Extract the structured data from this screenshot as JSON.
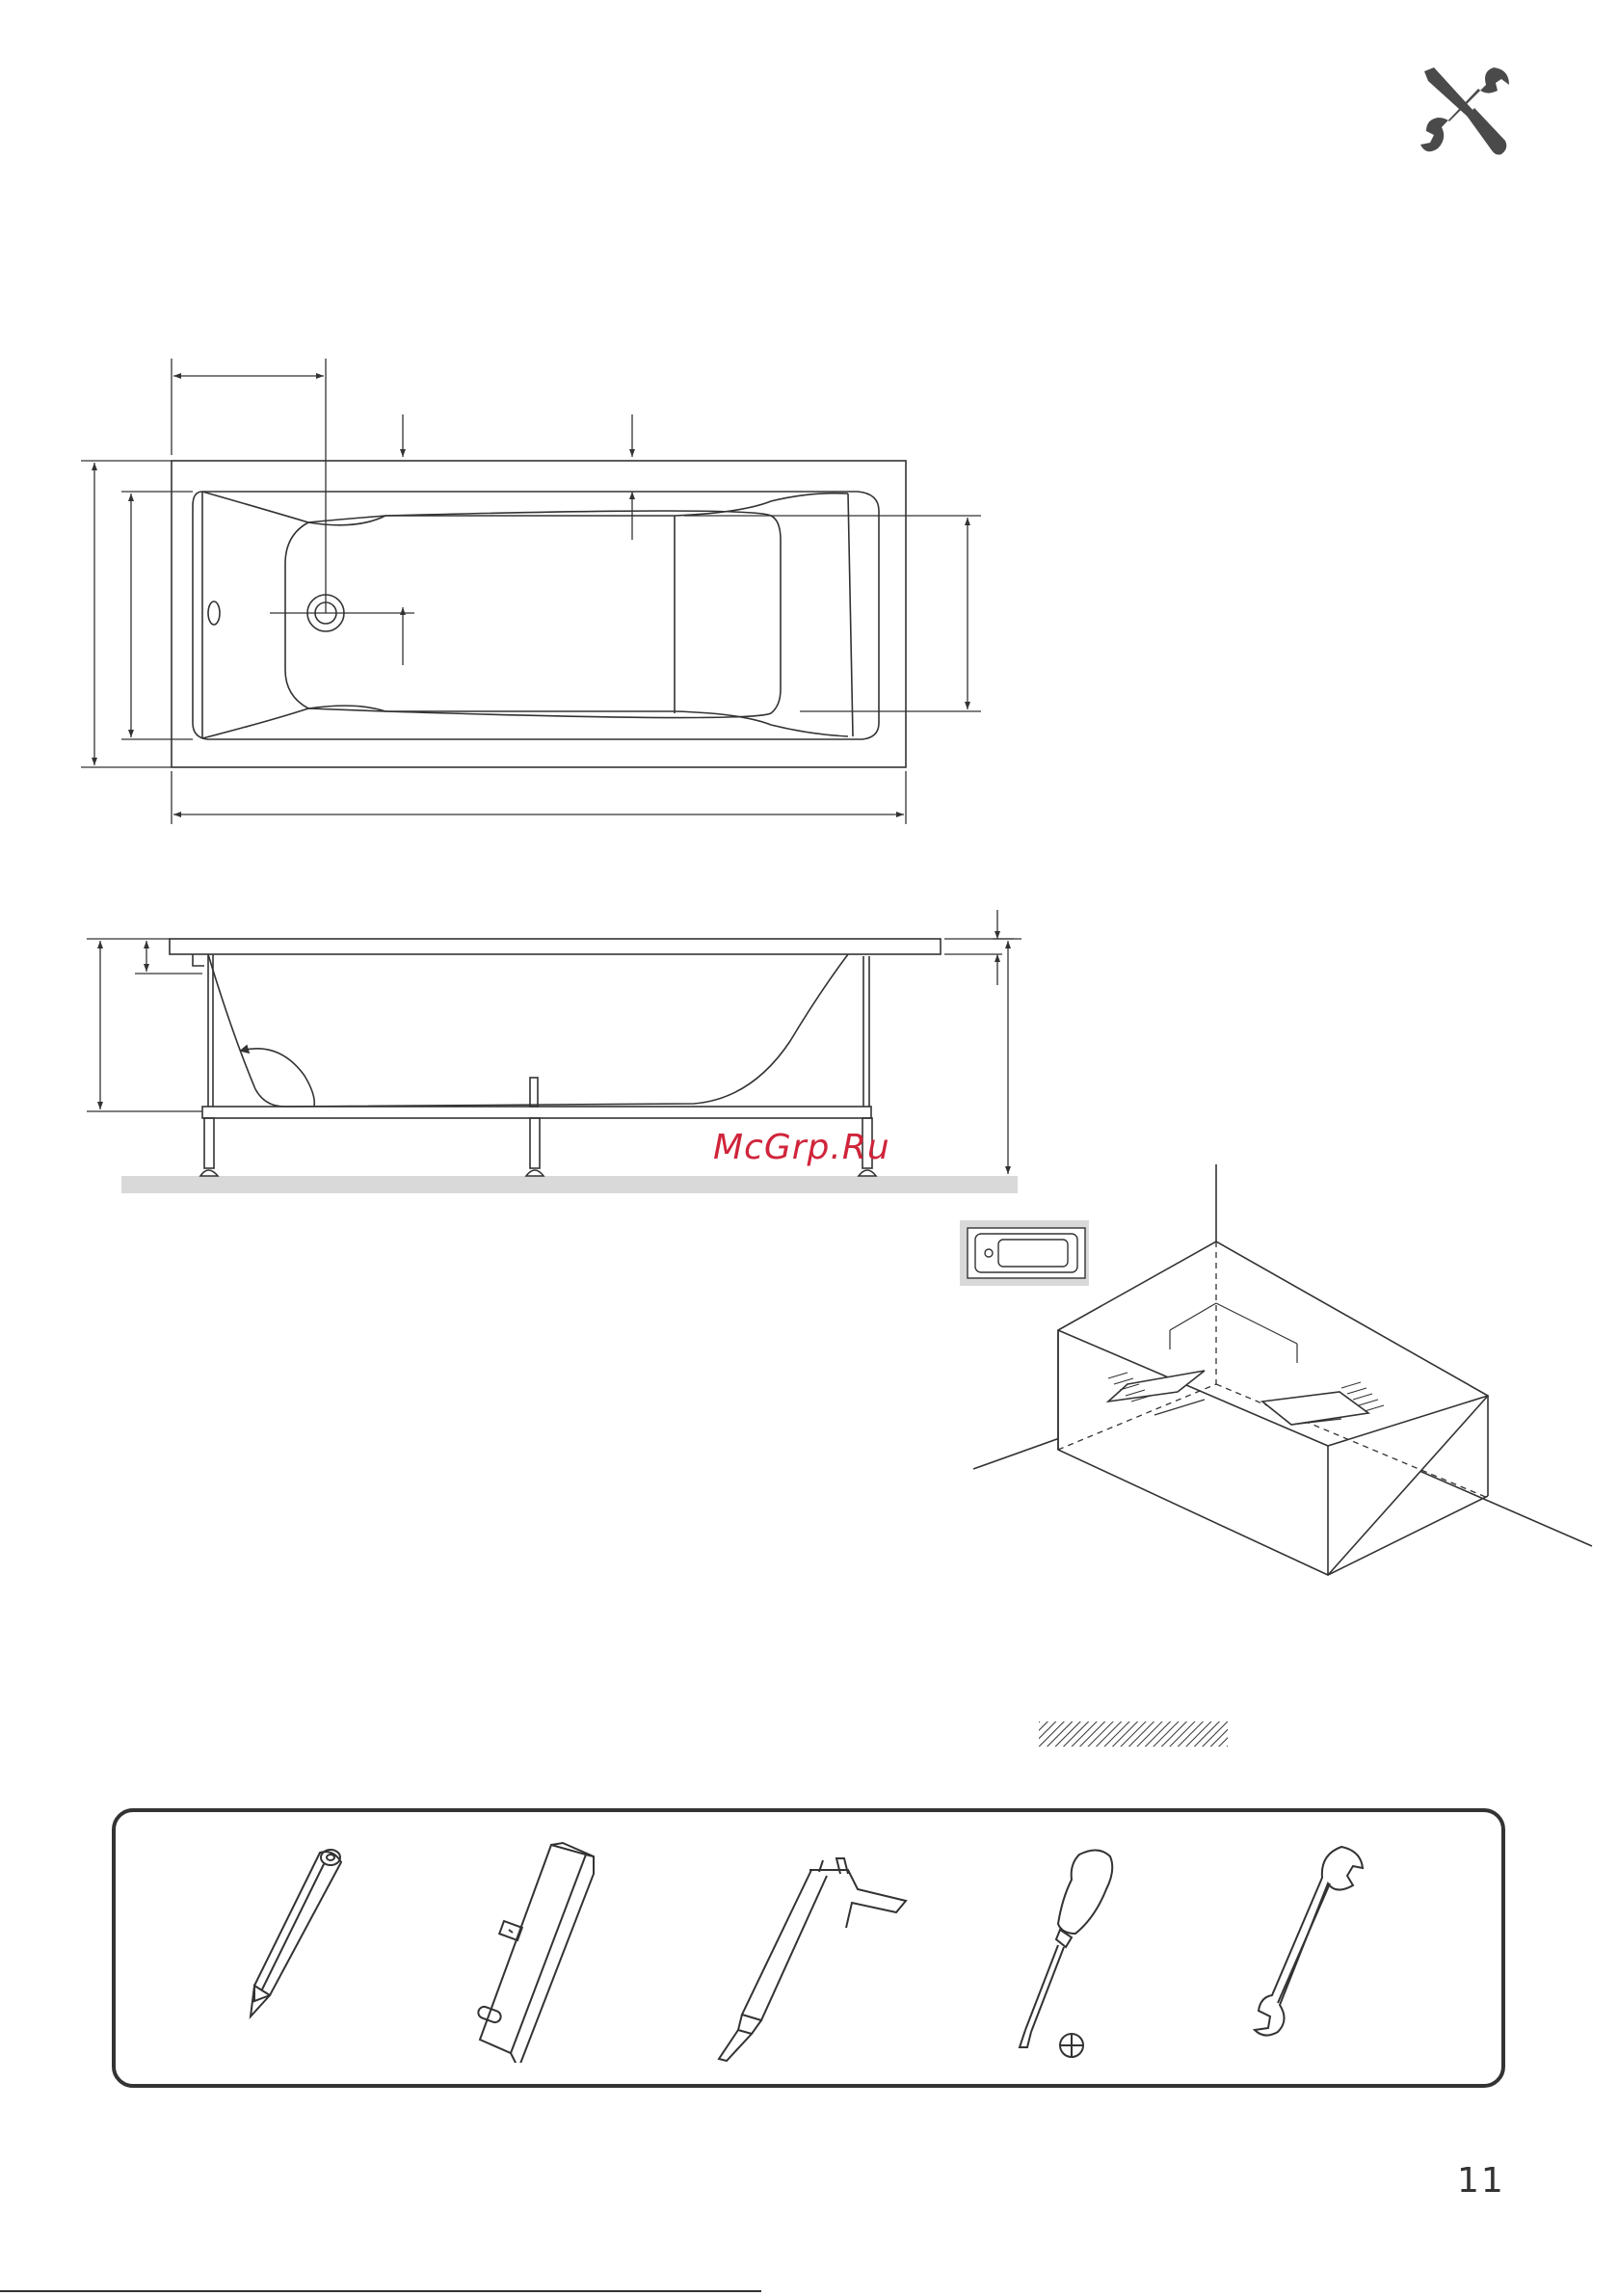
{
  "header": {
    "icon": "tools-crossed-icon"
  },
  "watermark": {
    "text": "McGrp.Ru",
    "color": "#d0243a"
  },
  "drawings": {
    "top_view": {
      "icon": "bathtub-top-view-drawing"
    },
    "side_view": {
      "icon": "bathtub-side-view-drawing"
    },
    "install_diagram": {
      "icon": "bathtub-installation-diagram"
    },
    "hatch_legend": {
      "icon": "hatch-pattern-icon"
    }
  },
  "tools": [
    {
      "icon": "pencil-icon"
    },
    {
      "icon": "spirit-level-icon"
    },
    {
      "icon": "sealant-gun-icon"
    },
    {
      "icon": "screwdriver-icon"
    },
    {
      "icon": "wrench-icon"
    }
  ],
  "footer": {
    "page_number": "11"
  },
  "colors": {
    "line": "#333333",
    "floor": "#d9d9d9",
    "accent": "#d0243a"
  }
}
